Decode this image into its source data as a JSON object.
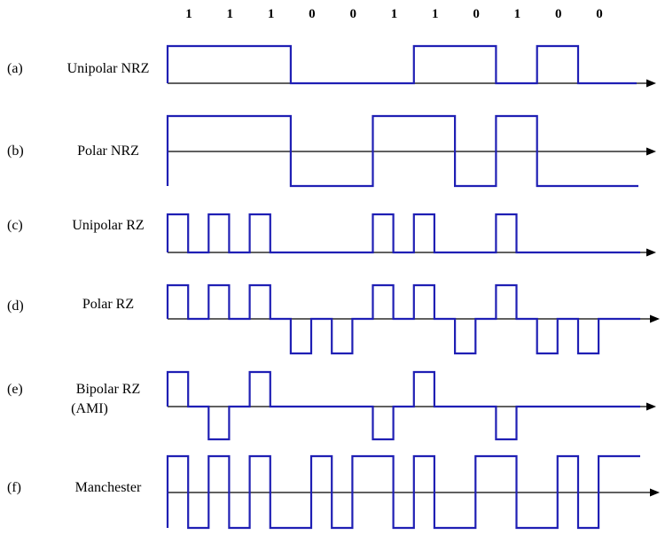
{
  "bits": [
    "1",
    "1",
    "1",
    "0",
    "0",
    "1",
    "1",
    "0",
    "1",
    "0",
    "0"
  ],
  "colors": {
    "wave": "#1f1fb4",
    "axis": "#000000"
  },
  "rows": [
    {
      "id": "a",
      "letter": "(a)",
      "name": "Unipolar NRZ",
      "levels": [
        1,
        1,
        1,
        1,
        1,
        1,
        0,
        0,
        0,
        0,
        0,
        0,
        1,
        1,
        1,
        1,
        0,
        0,
        1,
        1,
        0,
        0
      ]
    },
    {
      "id": "b",
      "letter": "(b)",
      "name": "Polar NRZ",
      "levels": [
        1,
        1,
        1,
        1,
        1,
        1,
        -1,
        -1,
        -1,
        -1,
        1,
        1,
        1,
        1,
        -1,
        -1,
        1,
        1,
        -1,
        -1,
        -1,
        -1
      ]
    },
    {
      "id": "c",
      "letter": "(c)",
      "name": "Unipolar RZ",
      "levels": [
        1,
        0,
        1,
        0,
        1,
        0,
        0,
        0,
        0,
        0,
        1,
        0,
        1,
        0,
        0,
        0,
        1,
        0,
        0,
        0,
        0,
        0
      ]
    },
    {
      "id": "d",
      "letter": "(d)",
      "name": "Polar RZ",
      "levels": [
        1,
        0,
        1,
        0,
        1,
        0,
        -1,
        0,
        -1,
        0,
        1,
        0,
        1,
        0,
        -1,
        0,
        1,
        0,
        -1,
        0,
        -1,
        0
      ]
    },
    {
      "id": "e",
      "letter": "(e)",
      "name": "Bipolar RZ",
      "name2": "(AMI)",
      "levels": [
        1,
        0,
        -1,
        0,
        1,
        0,
        0,
        0,
        0,
        0,
        -1,
        0,
        1,
        0,
        0,
        0,
        -1,
        0,
        0,
        0,
        0,
        0
      ]
    },
    {
      "id": "f",
      "letter": "(f)",
      "name": "Manchester",
      "levels": [
        1,
        -1,
        1,
        -1,
        1,
        -1,
        -1,
        1,
        -1,
        1,
        1,
        -1,
        1,
        -1,
        -1,
        1,
        1,
        -1,
        -1,
        1,
        -1,
        1
      ]
    }
  ]
}
